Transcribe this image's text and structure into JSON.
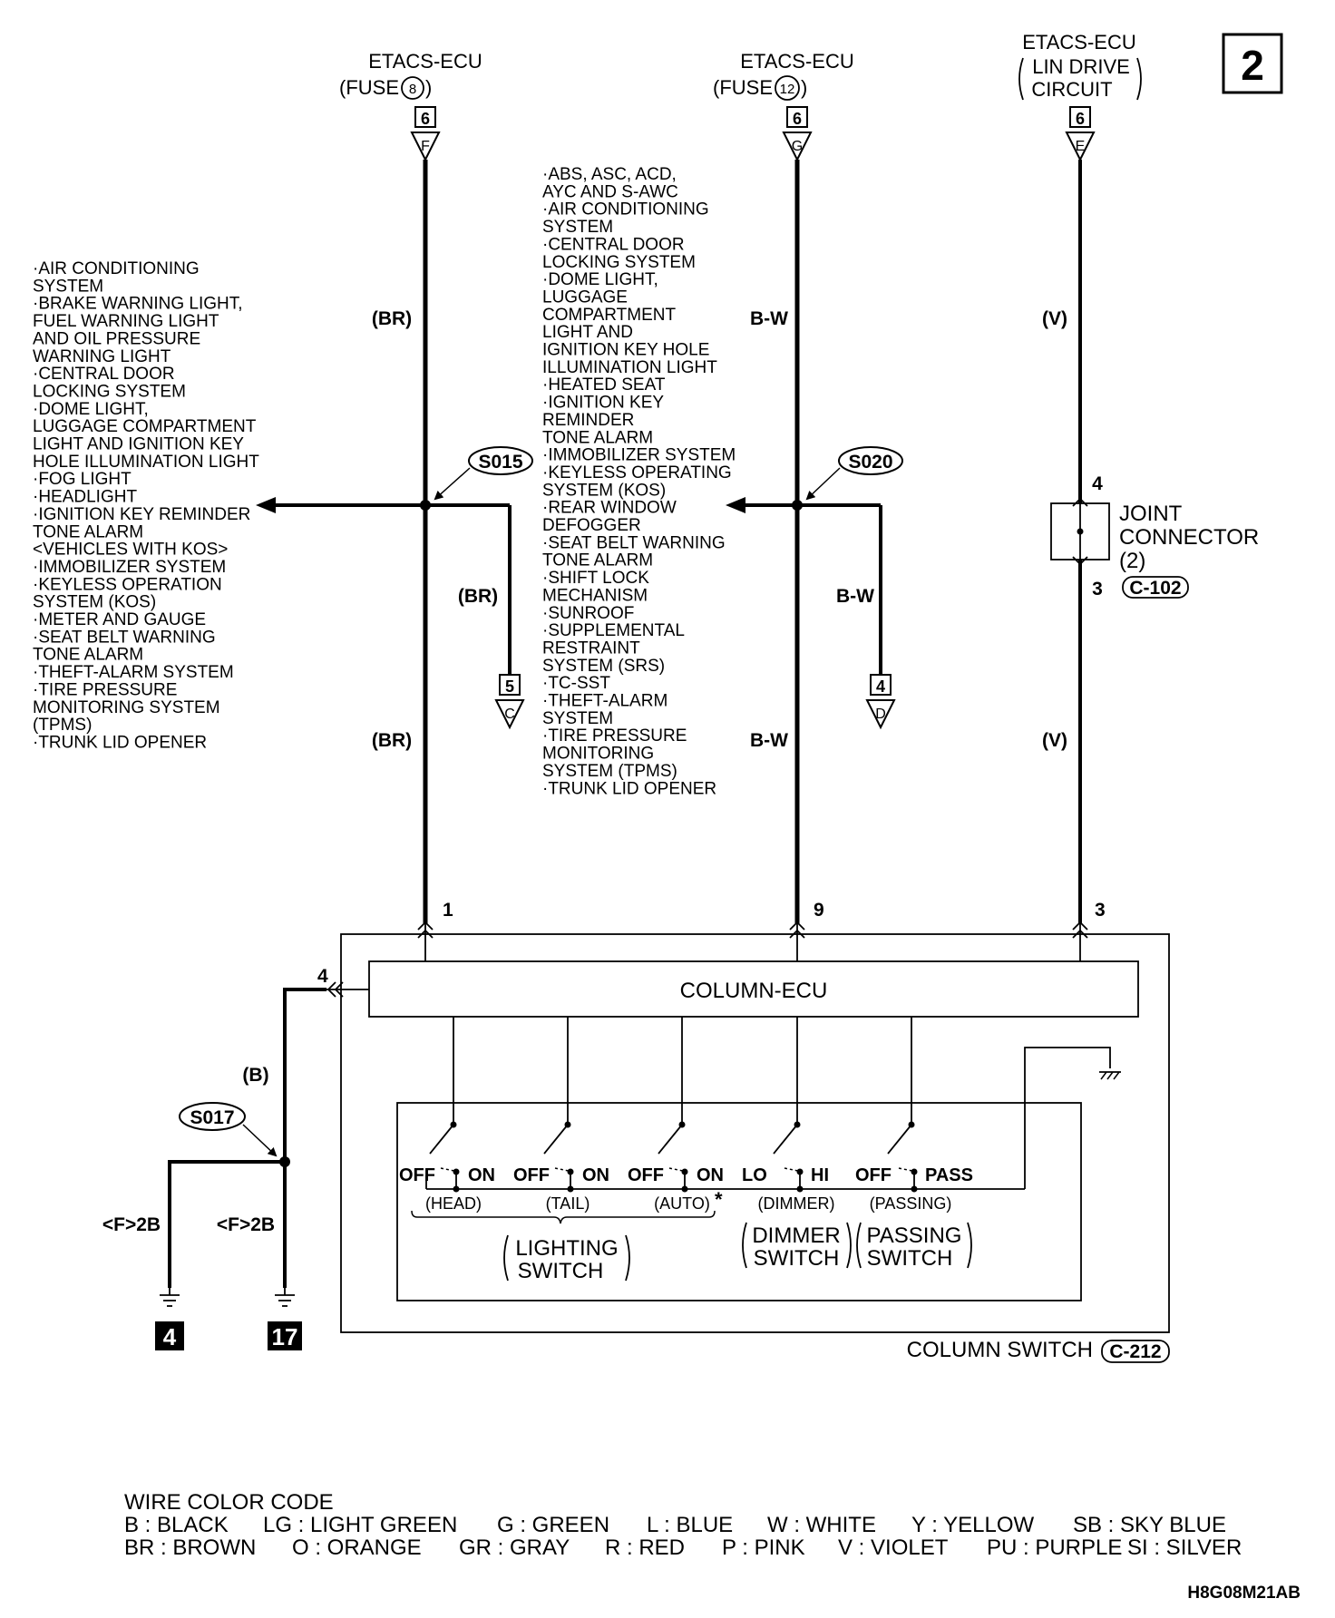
{
  "page_number": "2",
  "sources": {
    "fuse8": {
      "line1": "ETACS-ECU",
      "line2": "(FUSE",
      "fuse_no": "8",
      "close": ")",
      "pin": "6",
      "conn": "F"
    },
    "fuse12": {
      "line1": "ETACS-ECU",
      "line2": "(FUSE",
      "fuse_no": "12",
      "close": ")",
      "pin": "6",
      "conn": "G"
    },
    "lin": {
      "line1": "ETACS-ECU",
      "line2": "LIN DRIVE",
      "line3": "CIRCUIT",
      "pin": "6",
      "conn": "E"
    }
  },
  "wires": {
    "br_upper": "(BR)",
    "br_branch": "(BR)",
    "br_lower": "(BR)",
    "bw_upper": "B-W",
    "bw_branch": "B-W",
    "bw_lower": "B-W",
    "v_upper": "(V)",
    "v_lower": "(V)",
    "b_ground": "(B)"
  },
  "splices": {
    "s015": "S015",
    "s020": "S020",
    "s017": "S017"
  },
  "branch_connectors": {
    "c_conn": {
      "pin": "5",
      "conn": "C"
    },
    "d_conn": {
      "pin": "4",
      "conn": "D"
    }
  },
  "left_list": [
    "·AIR CONDITIONING",
    " SYSTEM",
    "·BRAKE WARNING LIGHT,",
    " FUEL WARNING LIGHT",
    " AND OIL PRESSURE",
    " WARNING LIGHT",
    "·CENTRAL DOOR",
    " LOCKING SYSTEM",
    "·DOME LIGHT,",
    " LUGGAGE COMPARTMENT",
    " LIGHT AND IGNITION KEY",
    " HOLE ILLUMINATION LIGHT",
    "·FOG LIGHT",
    "·HEADLIGHT",
    "·IGNITION KEY REMINDER",
    " TONE ALARM",
    " <VEHICLES WITH KOS>",
    "·IMMOBILIZER SYSTEM",
    "·KEYLESS OPERATION",
    " SYSTEM (KOS)",
    "·METER AND GAUGE",
    "·SEAT BELT WARNING",
    " TONE ALARM",
    "·THEFT-ALARM SYSTEM",
    "·TIRE PRESSURE",
    " MONITORING SYSTEM",
    " (TPMS)",
    "·TRUNK LID OPENER"
  ],
  "middle_list": [
    "·ABS, ASC, ACD,",
    " AYC AND S-AWC",
    "·AIR CONDITIONING",
    " SYSTEM",
    "·CENTRAL DOOR",
    " LOCKING SYSTEM",
    "·DOME LIGHT,",
    " LUGGAGE",
    " COMPARTMENT",
    " LIGHT AND",
    " IGNITION KEY HOLE",
    " ILLUMINATION LIGHT",
    "·HEATED SEAT",
    "·IGNITION KEY",
    " REMINDER",
    " TONE ALARM",
    "·IMMOBILIZER SYSTEM",
    "·KEYLESS OPERATING",
    " SYSTEM (KOS)",
    "·REAR WINDOW",
    " DEFOGGER",
    "·SEAT BELT WARNING",
    " TONE ALARM",
    "·SHIFT LOCK",
    " MECHANISM",
    "·SUNROOF",
    "·SUPPLEMENTAL",
    " RESTRAINT",
    " SYSTEM (SRS)",
    "·TC-SST",
    "·THEFT-ALARM",
    " SYSTEM",
    "·TIRE PRESSURE",
    " MONITORING",
    " SYSTEM (TPMS)",
    "·TRUNK LID OPENER"
  ],
  "joint_connector": {
    "pin_top": "4",
    "pin_bottom": "3",
    "label1": "JOINT",
    "label2": "CONNECTOR",
    "label3": "(2)",
    "ref": "C-102"
  },
  "column_pins": {
    "p1": "1",
    "p9": "9",
    "p3": "3",
    "p4": "4"
  },
  "column_ecu": "COLUMN-ECU",
  "switches": {
    "head": {
      "off": "OFF",
      "on": "ON",
      "name": "(HEAD)"
    },
    "tail": {
      "off": "OFF",
      "on": "ON",
      "name": "(TAIL)"
    },
    "auto": {
      "off": "OFF",
      "on": "ON",
      "name": "(AUTO)",
      "mark": "*"
    },
    "dimmer": {
      "off": "LO",
      "on": "HI",
      "name": "(DIMMER)"
    },
    "passing": {
      "off": "OFF",
      "on": "PASS",
      "name": "(PASSING)"
    }
  },
  "switch_groups": {
    "lighting1": "LIGHTING",
    "lighting2": "SWITCH",
    "dimmer1": "DIMMER",
    "dimmer2": "SWITCH",
    "passing1": "PASSING",
    "passing2": "SWITCH"
  },
  "column_switch": {
    "label": "COLUMN SWITCH",
    "ref": "C-212"
  },
  "grounds": {
    "left_ref": "<F>2B",
    "right_ref": "<F>2B",
    "left_no": "4",
    "right_no": "17"
  },
  "legend": {
    "title": "WIRE COLOR CODE",
    "row1": [
      "B : BLACK",
      "LG : LIGHT GREEN",
      "G : GREEN",
      "L : BLUE",
      "W : WHITE",
      "Y : YELLOW",
      "SB : SKY BLUE"
    ],
    "row2": [
      "BR : BROWN",
      "O : ORANGE",
      "GR : GRAY",
      "R : RED",
      "P : PINK",
      "V : VIOLET",
      "PU : PURPLE",
      "SI : SILVER"
    ]
  },
  "diagram_code": "H8G08M21AB"
}
